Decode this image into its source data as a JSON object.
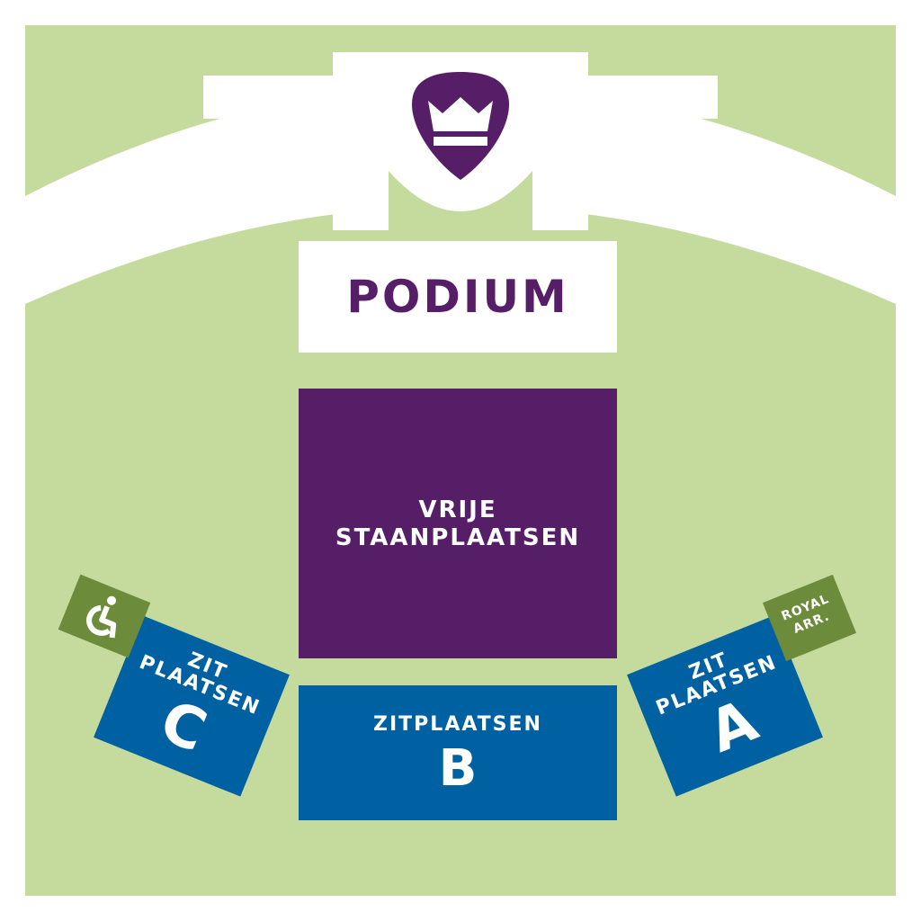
{
  "colors": {
    "grass": "#c5db9e",
    "purple": "#551e66",
    "blue": "#0061a2",
    "olive": "#6c8c3c",
    "white": "#ffffff"
  },
  "logo": {
    "icon": "crown-guitar-pick-icon"
  },
  "podium": {
    "label": "PODIUM"
  },
  "standing": {
    "line1": "VRIJE",
    "line2": "STAANPLAATSEN"
  },
  "section_b": {
    "label": "ZITPLAATSEN",
    "letter": "B"
  },
  "section_c": {
    "line1": "ZIT",
    "line2": "PLAATSEN",
    "letter": "C"
  },
  "section_a": {
    "line1": "ZIT",
    "line2": "PLAATSEN",
    "letter": "A"
  },
  "accessible": {
    "icon": "wheelchair-icon"
  },
  "royal": {
    "line1": "ROYAL",
    "line2": "ARR."
  }
}
